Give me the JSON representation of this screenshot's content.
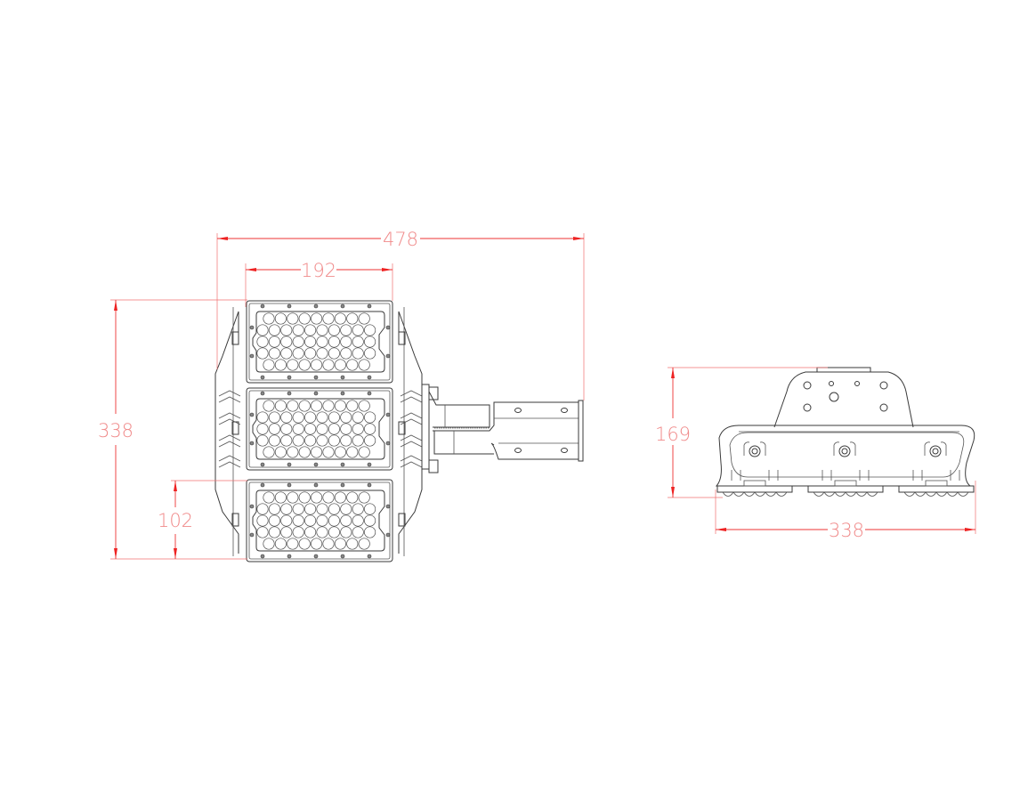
{
  "drawing": {
    "title": "LED floodlight dimension drawing",
    "colors": {
      "line": "#3a3a3a",
      "dimension": "#ee3333",
      "dimension_text": "#f08a8a",
      "background": "#ffffff"
    },
    "front_view": {
      "name": "front view with mounting arm",
      "modules": 3,
      "lens_rows": [
        9,
        10,
        10,
        10,
        9
      ],
      "dimensions": {
        "overall_width": "478",
        "module_width": "192",
        "overall_height": "338",
        "module_height": "102"
      }
    },
    "side_view": {
      "name": "side view",
      "modules": 3,
      "dimensions": {
        "height": "169",
        "width": "338"
      }
    }
  }
}
